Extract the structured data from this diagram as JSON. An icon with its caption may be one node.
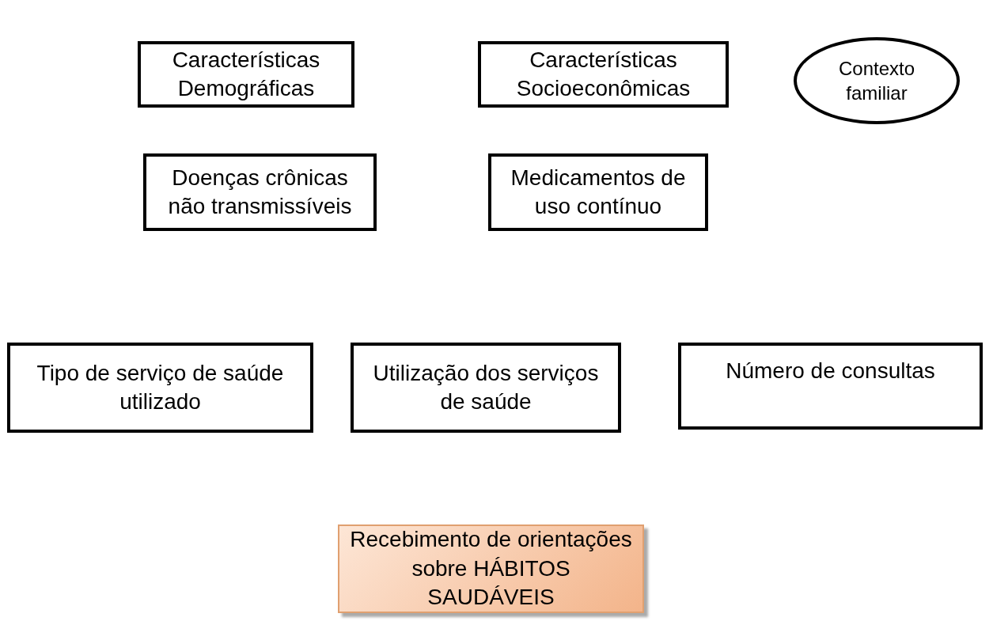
{
  "diagram": {
    "nodes": [
      {
        "text": [
          "Características Demográficas"
        ]
      },
      {
        "text": [
          "Características Socioeconômicas"
        ]
      },
      {
        "text": [
          "Contexto familiar"
        ]
      },
      {
        "text": [
          "Doenças crônicas não transmissíveis"
        ]
      },
      {
        "text": [
          "Medicamentos de uso contínuo"
        ]
      },
      {
        "text": [
          "Tipo de serviço de saúde utilizado"
        ]
      },
      {
        "text": [
          "Utilização dos serviços de saúde"
        ]
      },
      {
        "text": [
          "Número de consultas"
        ]
      },
      {
        "text": [
          "Recebimento de orientações sobre HÁBITOS SAUDÁVEIS"
        ]
      }
    ]
  }
}
